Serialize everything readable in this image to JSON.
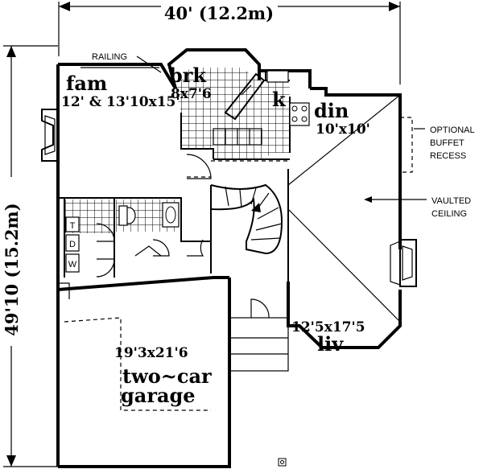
{
  "dimensions": {
    "width_label": "40' (12.2m)",
    "depth_label": "49'10 (15.2m)"
  },
  "rooms": {
    "family": {
      "name": "fam",
      "size": "12' & 13'10x15'"
    },
    "breakfast": {
      "name": "brk",
      "size": "8x7'6"
    },
    "kitchen": {
      "name": "k"
    },
    "dining": {
      "name": "din",
      "size": "10'x10'"
    },
    "living": {
      "name": "liv",
      "size": "12'5x17'5"
    },
    "garage": {
      "name_line1": "two~car",
      "name_line2": "garage",
      "size": "19'3x21'6"
    }
  },
  "fixtures": {
    "washer": "W",
    "dryer": "D",
    "tub": "T"
  },
  "annotations": {
    "railing": "RAILING",
    "buffet_line1": "OPTIONAL",
    "buffet_line2": "BUFFET",
    "buffet_line3": "RECESS",
    "vaulted_line1": "VAULTED",
    "vaulted_line2": "CEILING"
  },
  "colors": {
    "ink": "#000000",
    "paper": "#ffffff"
  }
}
